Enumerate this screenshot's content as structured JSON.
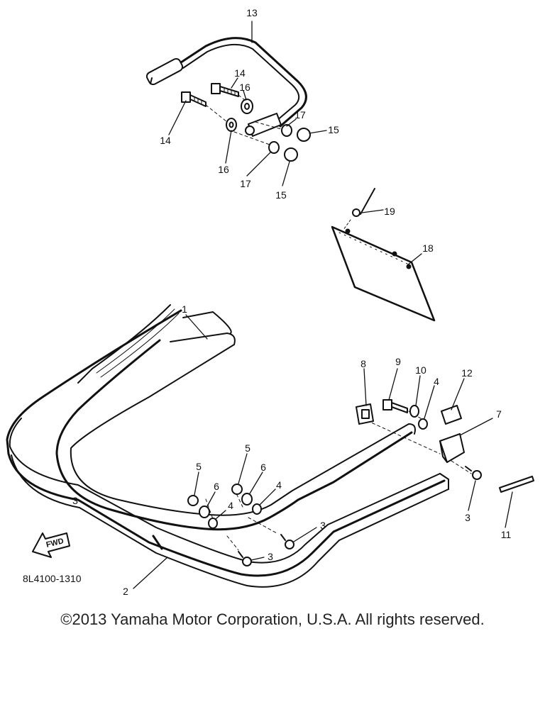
{
  "diagram": {
    "drawing_code": "8L4100-1310",
    "copyright": "©2013 Yamaha Motor Corporation, U.S.A. All rights reserved.",
    "fwd_label": "FWD",
    "callouts": [
      "13",
      "14",
      "16",
      "14",
      "17",
      "15",
      "16",
      "17",
      "15",
      "19",
      "18",
      "1",
      "8",
      "9",
      "10",
      "4",
      "12",
      "7",
      "5",
      "6",
      "5",
      "6",
      "4",
      "4",
      "3",
      "3",
      "3",
      "3",
      "11",
      "2"
    ]
  }
}
